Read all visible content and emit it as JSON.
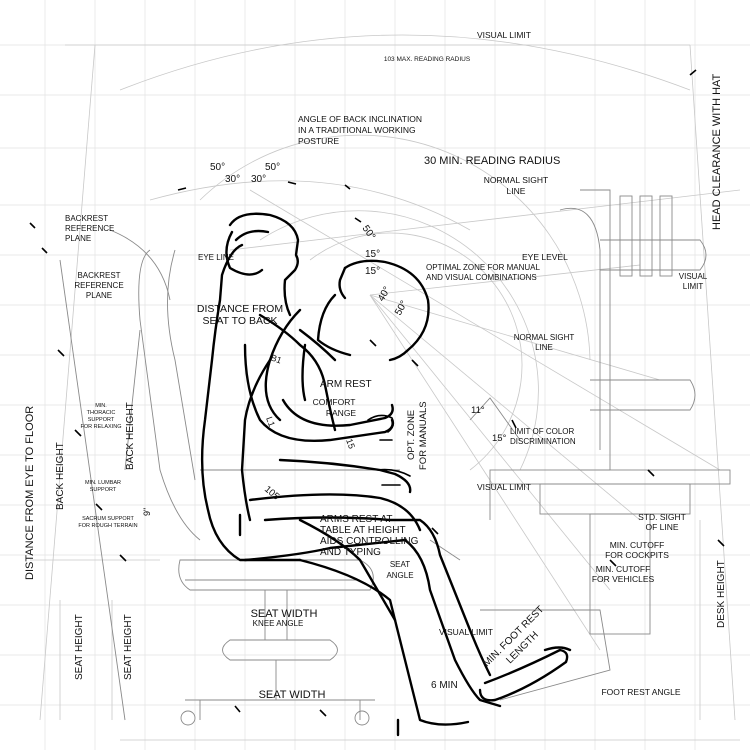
{
  "labels": {
    "visual_limit_top": "VISUAL LIMIT",
    "max_reading_radius": "103 MAX. READING RADIUS",
    "head_clearance": "HEAD CLEARANCE WITH HAT",
    "angle_back_1": "ANGLE OF BACK INCLINATION",
    "angle_back_2": "IN A TRADITIONAL WORKING",
    "angle_back_3": "POSTURE",
    "min_reading_radius": "30 MIN. READING RADIUS",
    "normal_sight_top_1": "NORMAL SIGHT",
    "normal_sight_top_2": "LINE",
    "deg50_a": "50°",
    "deg50_b": "50°",
    "deg30_a": "30°",
    "deg30_b": "30°",
    "deg50_c": "50°",
    "deg15_a": "15°",
    "deg15_b": "15°",
    "deg40": "40°",
    "deg50_d": "50°",
    "backrest_ref_1a": "BACKREST",
    "backrest_ref_1b": "REFERENCE",
    "backrest_ref_1c": "PLANE",
    "eye_line": "EYE LINE",
    "backrest_ref_2a": "BACKREST",
    "backrest_ref_2b": "REFERENCE",
    "backrest_ref_2c": "PLANE",
    "eye_level": "EYE LEVEL",
    "optimal_zone_1": "OPTIMAL ZONE FOR MANUAL",
    "optimal_zone_2": "AND VISUAL COMBINATIONS",
    "visual_limit_right_1": "VISUAL",
    "visual_limit_right_2": "LIMIT",
    "dist_seat_back_1": "DISTANCE FROM",
    "dist_seat_back_2": "SEAT TO BACK",
    "normal_sight_mid_1": "NORMAL SIGHT",
    "normal_sight_mid_2": "LINE",
    "arm_rest": "ARM REST",
    "comfort_range_1": "COMFORT",
    "comfort_range_2": "RANGE",
    "opt_zone_1": "OPT. ZONE",
    "opt_zone_2": "FOR MANUALS",
    "deg11": "11°",
    "limit_color_1": "LIMIT OF COLOR",
    "limit_color_2": "DISCRIMINATION",
    "deg15_c": "15°",
    "dist_eye_floor": "DISTANCE FROM EYE TO FLOOR",
    "back_height_a": "BACK HEIGHT",
    "back_height_b": "BACK HEIGHT",
    "min_thoracic_1": "MIN.",
    "min_thoracic_2": "THORACIC",
    "min_thoracic_3": "SUPPORT",
    "min_thoracic_4": "FOR RELAXING",
    "min_lumbar_1": "MIN. LUMBAR",
    "min_lumbar_2": "SUPPORT",
    "sacrum_1": "SACRUM  SUPPORT",
    "sacrum_2": "FOR ROUGH TERRAIN",
    "nine_inch": "9\"",
    "deg105": "105",
    "visual_limit_mid": "VISUAL LIMIT",
    "arms_rest_1": "ARMS REST AT",
    "arms_rest_2": "TABLE AT HEIGHT",
    "arms_rest_3": "AIDS CONTROLLING",
    "arms_rest_4": "AND TYPING",
    "seat_angle_1": "SEAT",
    "seat_angle_2": "ANGLE",
    "std_sight_1": "STD. SIGHT",
    "std_sight_2": "OF LINE",
    "min_cutoff_cockpit_1": "MIN. CUTOFF",
    "min_cutoff_cockpit_2": "FOR COCKPITS",
    "min_cutoff_vehicle_1": "MIN. CUTOFF",
    "min_cutoff_vehicle_2": "FOR VEHICLES",
    "desk_height": "DESK HEIGHT",
    "seat_height_a": "SEAT HEIGHT",
    "seat_height_b": "SEAT HEIGHT",
    "seat_width_top": "SEAT WIDTH",
    "knee_angle": "KNEE ANGLE",
    "visual_limit_low": "VISUAL LIMIT",
    "min_foot_rest_1": "MIN. FOOT REST",
    "min_foot_rest_2": "LENGTH",
    "six_min": "6 MIN",
    "seat_width_bottom": "SEAT WIDTH",
    "foot_rest_angle": "FOOT REST ANGLE",
    "b1": "B1",
    "l1": "L1",
    "deg15_arm": "15"
  }
}
